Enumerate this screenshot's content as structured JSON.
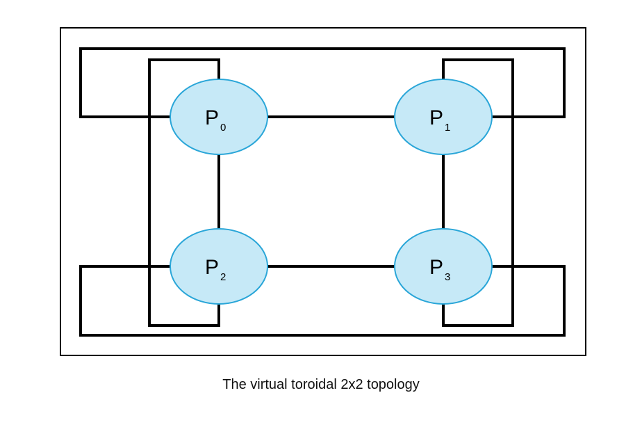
{
  "diagram": {
    "caption": "The virtual toroidal 2x2 topology",
    "colors": {
      "node_fill": "#c6e9f7",
      "node_stroke": "#2aa6d8",
      "wire": "#000000"
    },
    "nodes": [
      {
        "id": "p0",
        "letter": "P",
        "sub": "0"
      },
      {
        "id": "p1",
        "letter": "P",
        "sub": "1"
      },
      {
        "id": "p2",
        "letter": "P",
        "sub": "2"
      },
      {
        "id": "p3",
        "letter": "P",
        "sub": "3"
      }
    ],
    "links": [
      {
        "from": "p0",
        "to": "p1"
      },
      {
        "from": "p2",
        "to": "p3"
      },
      {
        "from": "p0",
        "to": "p2"
      },
      {
        "from": "p1",
        "to": "p3"
      },
      {
        "from": "p0",
        "to": "p1",
        "wrap": true
      },
      {
        "from": "p2",
        "to": "p3",
        "wrap": true
      },
      {
        "from": "p0",
        "to": "p2",
        "wrap": true
      },
      {
        "from": "p1",
        "to": "p3",
        "wrap": true
      }
    ]
  }
}
